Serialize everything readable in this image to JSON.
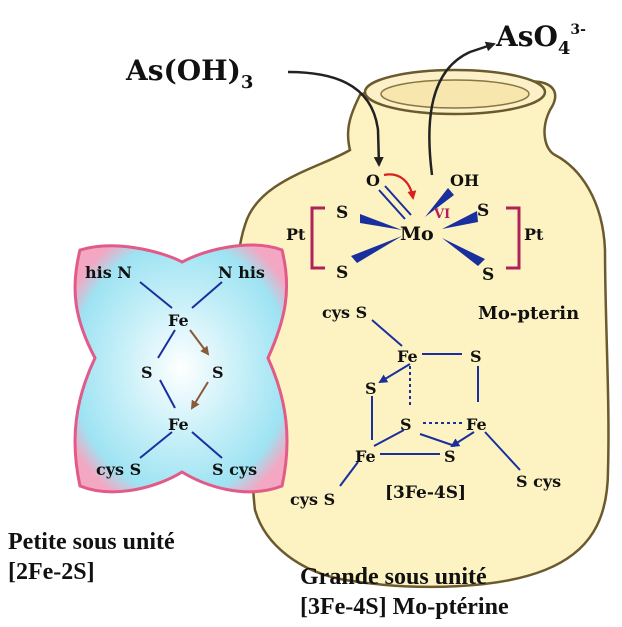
{
  "labels": {
    "substrate": "As(OH)",
    "substrate_sub": "3",
    "product": "AsO",
    "product_sub": "4",
    "product_sup": "3-"
  },
  "mo_site": {
    "o": "O",
    "oh": "OH",
    "mo": "Mo",
    "vi": "VI",
    "s1": "S",
    "s2": "S",
    "s3": "S",
    "s4": "S",
    "pt_left": "Pt",
    "pt_right": "Pt",
    "name": "Mo-pterin"
  },
  "large_cluster": {
    "cys_s_top": "cys S",
    "fe_top": "Fe",
    "s_top_right": "S",
    "s_left": "S",
    "s_mid": "S",
    "fe_right": "Fe",
    "fe_bottom": "Fe",
    "s_bottom": "S",
    "s_cys_right": "S cys",
    "cys_s_bottom": "cys S",
    "name": "[3Fe-4S]"
  },
  "small_cluster": {
    "his_n_left": "his N",
    "n_his_right": "N his",
    "fe_top": "Fe",
    "s_left": "S",
    "s_right": "S",
    "fe_bottom": "Fe",
    "cys_s_left": "cys S",
    "s_cys_right": "S cys"
  },
  "captions": {
    "small_line1": "Petite sous unité",
    "small_line2": "[2Fe-2S]",
    "large_line1": "Grande sous unité",
    "large_line2": "[3Fe-4S] Mo-ptérine"
  },
  "colors": {
    "vase_fill": "#fdf3c2",
    "vase_stroke": "#6b5a2e",
    "bond_blue": "#1a2f9e",
    "bracket_red": "#b0205a",
    "arrow_red": "#d8201c",
    "small_cyan": "#a6e6f4",
    "small_pink": "#f09cb8"
  }
}
